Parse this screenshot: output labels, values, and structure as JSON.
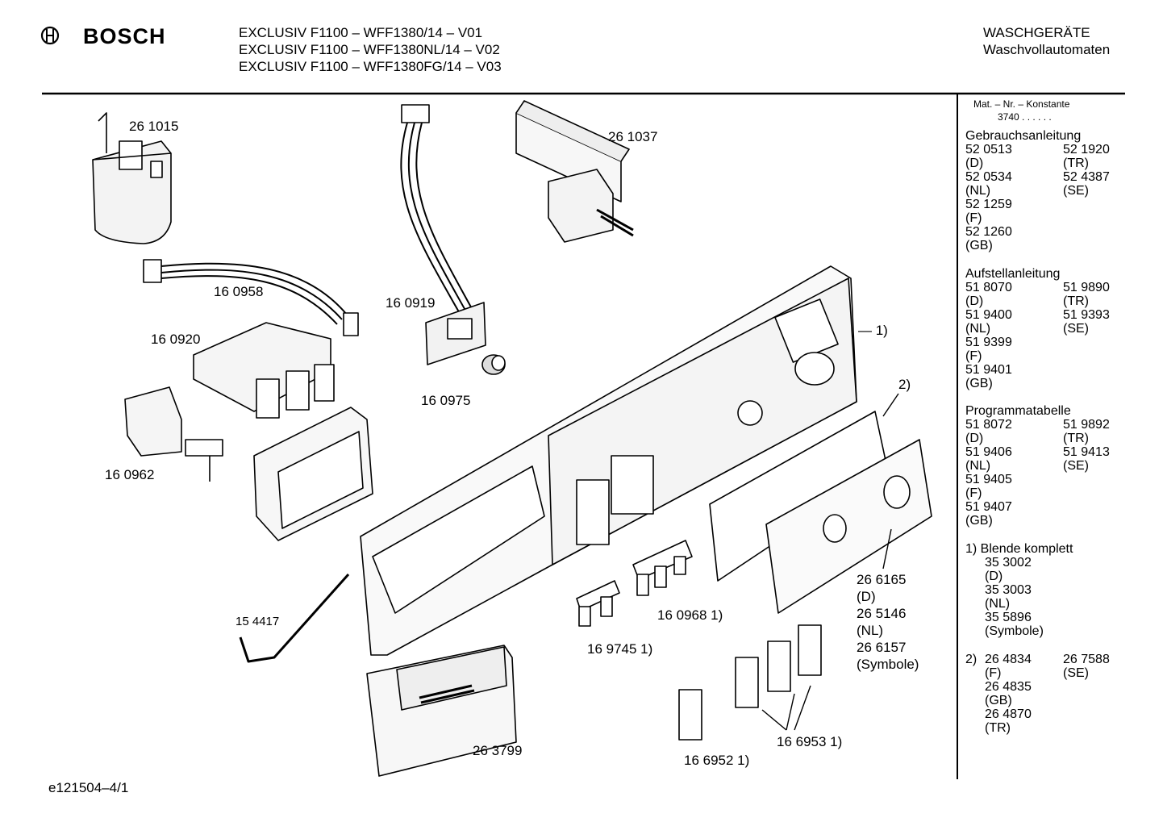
{
  "header": {
    "brand": "BOSCH",
    "models": [
      "EXCLUSIV F1100 – WFF1380/14 – V01",
      "EXCLUSIV F1100 – WFF1380NL/14 – V02",
      "EXCLUSIV F1100 – WFF1380FG/14 – V03"
    ],
    "category": "WASCHGERÄTE",
    "subcategory": "Waschvollautomaten"
  },
  "parts": [
    "26 1015",
    "26 1037",
    "16 0958",
    "16 0919",
    "16 0920",
    "16 0975",
    "16 0962",
    "— 1)",
    "2)",
    "26 6165",
    "(D)",
    "26 5146",
    "(NL)",
    "26 6157",
    "(Symbole)",
    "15 4417",
    "16 0968 1)",
    "16 9745 1)",
    "26 3799",
    "16 6953 1)",
    "16 6952 1)"
  ],
  "sidebar": {
    "mat_header": "Mat. – Nr. – Konstante",
    "mat_value": "3740 . . . . . .",
    "sections": [
      {
        "title": "Gebrauchsanleitung",
        "rows": [
          [
            "52 0513",
            "52 1920"
          ],
          [
            "(D)",
            "(TR)"
          ],
          [
            "52 0534",
            "52 4387"
          ],
          [
            "(NL)",
            "(SE)"
          ],
          [
            "52 1259",
            ""
          ],
          [
            "(F)",
            ""
          ],
          [
            "52 1260",
            ""
          ],
          [
            "(GB)",
            ""
          ]
        ]
      },
      {
        "title": "Aufstellanleitung",
        "rows": [
          [
            "51 8070",
            "51 9890"
          ],
          [
            "(D)",
            "(TR)"
          ],
          [
            "51 9400",
            "51 9393"
          ],
          [
            "(NL)",
            "(SE)"
          ],
          [
            "51 9399",
            ""
          ],
          [
            "(F)",
            ""
          ],
          [
            "51 9401",
            ""
          ],
          [
            "(GB)",
            ""
          ]
        ]
      },
      {
        "title": "Programmatabelle",
        "rows": [
          [
            "51 8072",
            "51 9892"
          ],
          [
            "(D)",
            "(TR)"
          ],
          [
            "51 9406",
            "51 9413"
          ],
          [
            "(NL)",
            "(SE)"
          ],
          [
            "51 9405",
            ""
          ],
          [
            "(F)",
            ""
          ],
          [
            "51 9407",
            ""
          ],
          [
            "(GB)",
            ""
          ]
        ]
      }
    ],
    "note1": {
      "title": "1)  Blende komplett",
      "lines": [
        "35 3002",
        "(D)",
        "35 3003",
        "(NL)",
        "35 5896",
        "(Symbole)"
      ]
    },
    "note2": {
      "num": "2)",
      "rows": [
        [
          "26 4834",
          "26 7588"
        ],
        [
          "(F)",
          "(SE)"
        ],
        [
          "26 4835",
          ""
        ],
        [
          "(GB)",
          ""
        ],
        [
          "26 4870",
          ""
        ],
        [
          "(TR)",
          ""
        ]
      ]
    }
  },
  "footer": {
    "code": "e121504–4/1"
  }
}
